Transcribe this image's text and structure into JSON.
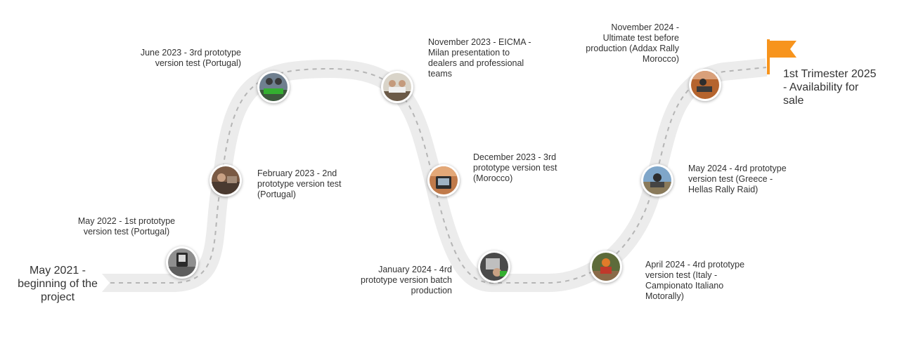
{
  "start_label": "May 2021 -\nbeginning of the\nproject",
  "end_label": "1st Trimester 2025\n- Availability for\nsale",
  "milestones": [
    {
      "label": "May 2022 - 1st prototype\nversion  test (Portugal)",
      "photo": "motorcycle-dashboard-photo"
    },
    {
      "label": "February 2023 - 2nd\nprototype version test\n(Portugal)",
      "photo": "workshop-photo"
    },
    {
      "label": "June 2023 - 3rd prototype\nversion test (Portugal)",
      "photo": "team-with-bike-photo"
    },
    {
      "label": "November 2023 - EICMA -\nMilan  presentation to\ndealers and professional\nteams",
      "photo": "presentation-photo"
    },
    {
      "label": "December 2023 - 3rd\nprototype version test\n(Morocco)",
      "photo": "desert-dashboard-photo"
    },
    {
      "label": "January 2024 - 4rd\nprototype version batch\nproduction",
      "photo": "assembly-photo"
    },
    {
      "label": "April 2024 - 4rd prototype\nversion test (Italy -\nCampionato Italiano\nMotorally)",
      "photo": "rally-rider-photo"
    },
    {
      "label": "May 2024 - 4rd prototype\nversion test (Greece -\nHellas Rally Raid)",
      "photo": "greece-rider-photo"
    },
    {
      "label": "November 2024 -\nUltimate test before\nproduction (Addax Rally\nMorocco)",
      "photo": "morocco-rider-photo"
    }
  ],
  "colors": {
    "road": "#ececec",
    "dash": "#b5b5b5",
    "flag": "#f7941d",
    "text": "#333333"
  },
  "icons": {
    "end_marker": "flag-icon"
  }
}
